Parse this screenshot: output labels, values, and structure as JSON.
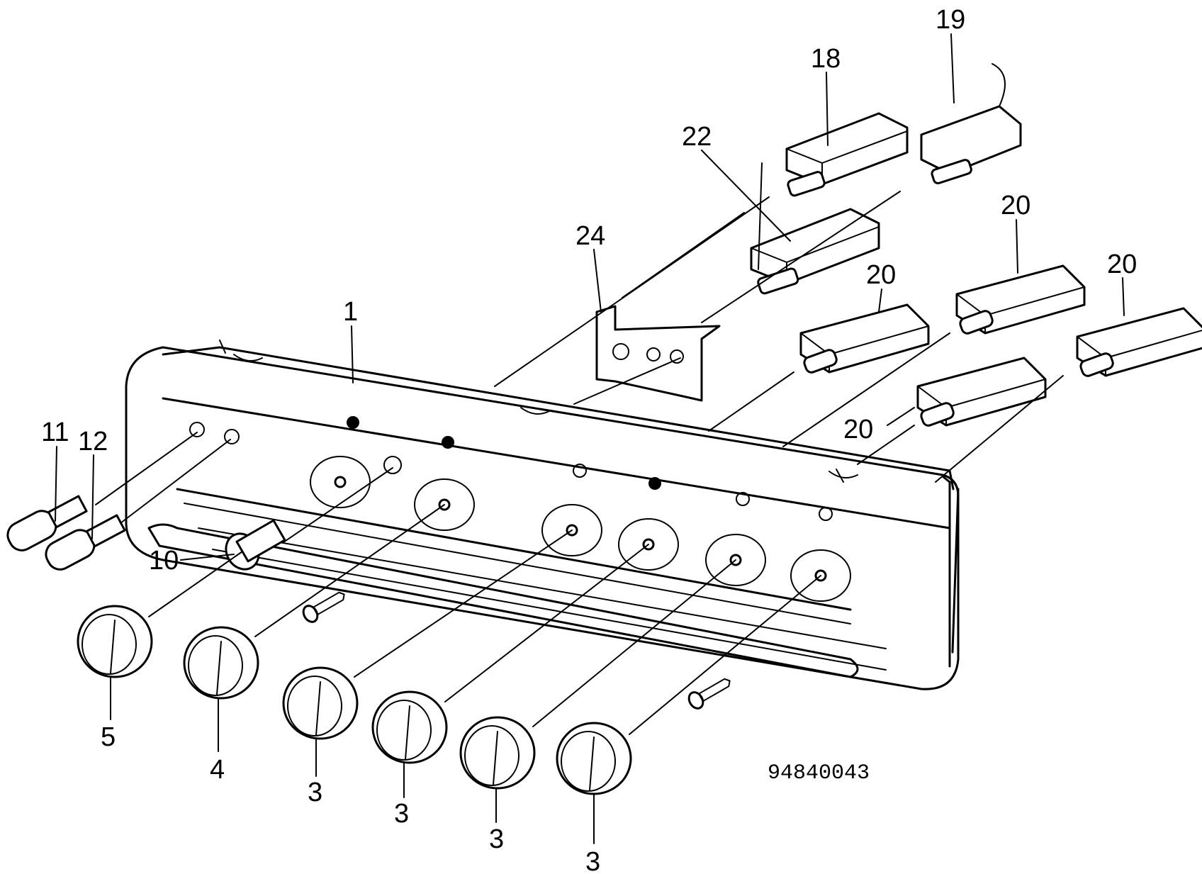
{
  "labels": {
    "part_1": "1",
    "part_3": "3",
    "part_4": "4",
    "part_5": "5",
    "part_10": "10",
    "part_11": "11",
    "part_12": "12",
    "part_18": "18",
    "part_19": "19",
    "part_20": "20",
    "part_22": "22",
    "part_24": "24"
  },
  "drawing_number": "94840043"
}
